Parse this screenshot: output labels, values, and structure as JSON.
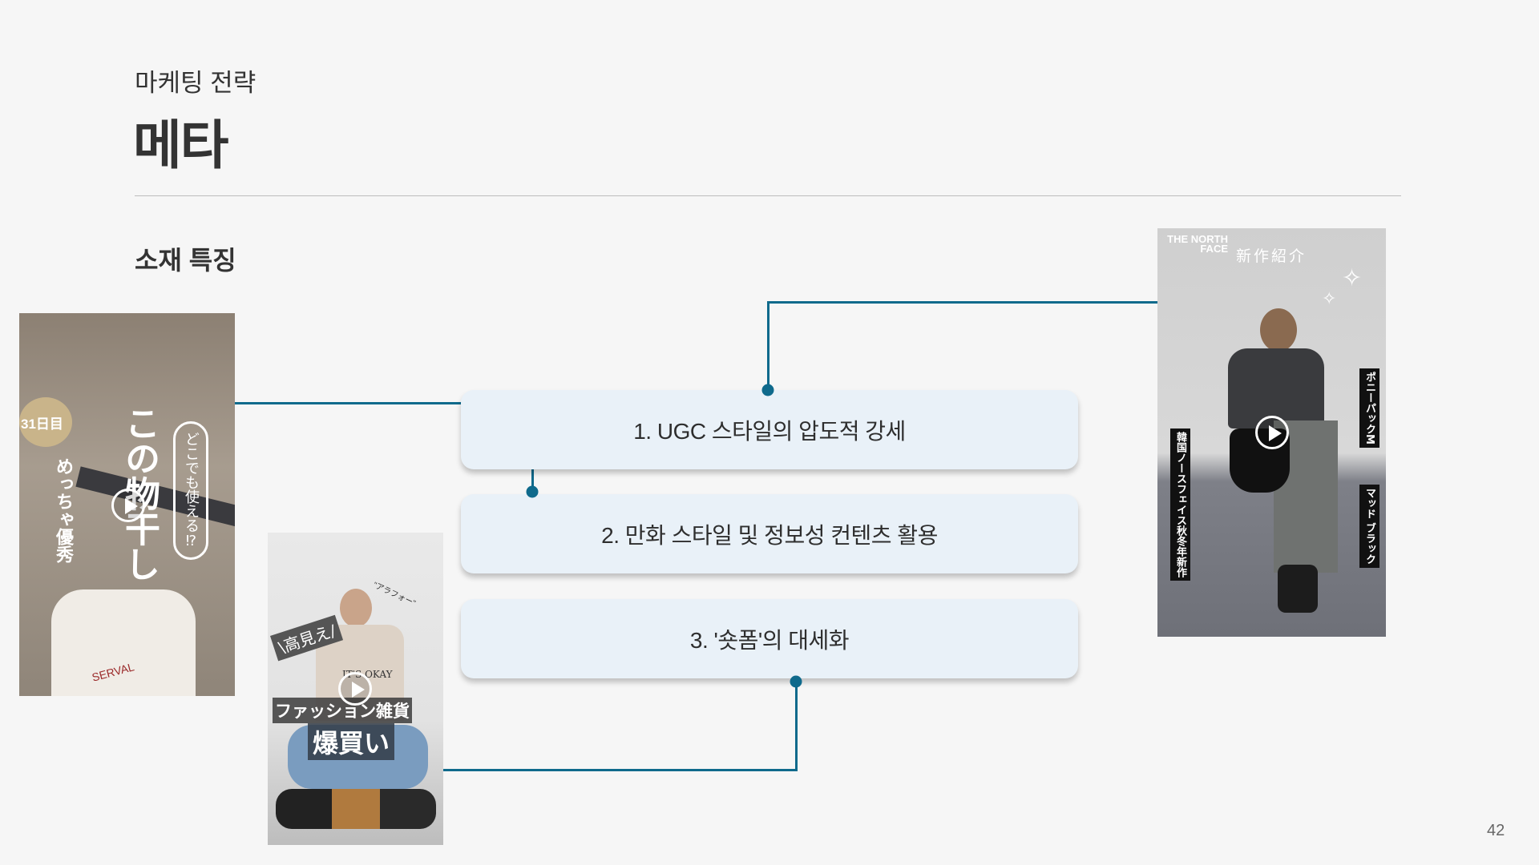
{
  "header": {
    "subtitle": "마케팅 전략",
    "title": "메타"
  },
  "section": {
    "title": "소재 특징"
  },
  "items": [
    {
      "label": "1. UGC 스타일의 압도적 강세"
    },
    {
      "label": "2. 만화 스타일 및 정보성 컨텐츠 활용"
    },
    {
      "label": "3. '숏폼'의 대세화"
    }
  ],
  "thumbnails": {
    "left": {
      "badge": "31日目",
      "title": "この物干し",
      "sub": "めっちゃ優秀",
      "bubble": "どこでも使える⁉",
      "shirt": "SERVAL"
    },
    "middle": {
      "tag": "\\高見え/",
      "arc": "\"アラフォー\"",
      "line1": "ファッション雑貨",
      "line2": "爆買い",
      "shirt": "IT'S OKAY"
    },
    "right": {
      "logo": "THE NORTH FACE",
      "title": "新作紹介",
      "left_caption": "韓国ノースフェイス秋冬年新作",
      "right_caption1": "ポニーパックM",
      "right_caption2": "マッド ブラック"
    }
  },
  "colors": {
    "accent": "#0f6a8c",
    "box": "#e9f1f8"
  },
  "page_number": "42"
}
